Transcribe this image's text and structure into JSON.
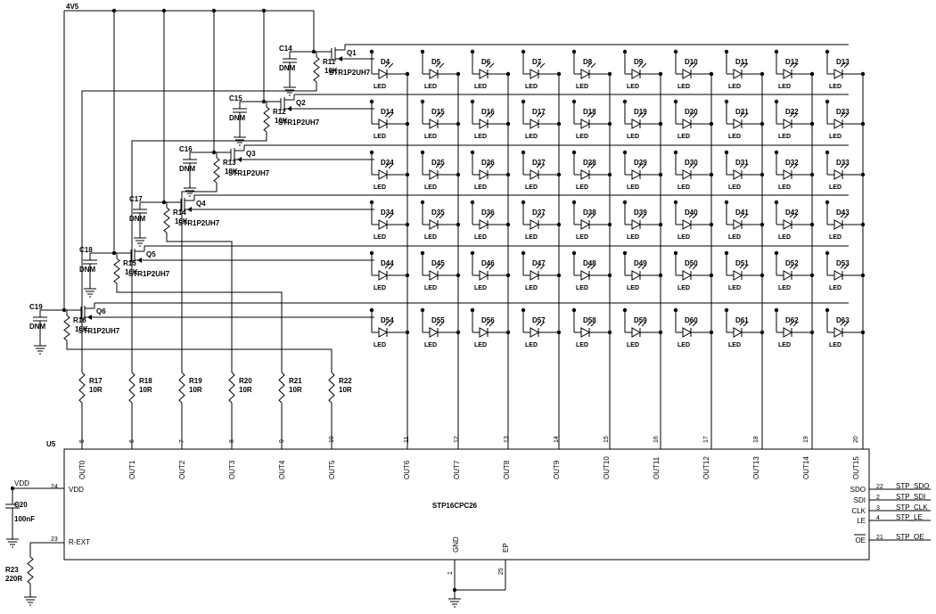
{
  "supply": "4V5",
  "rows": [
    {
      "cap": "C14",
      "cap_note": "DNM",
      "res": "R11",
      "res_val": "10K",
      "fet": "Q1",
      "fet_part": "STR1P2UH7"
    },
    {
      "cap": "C15",
      "cap_note": "DNM",
      "res": "R12",
      "res_val": "10K",
      "fet": "Q2",
      "fet_part": "STR1P2UH7"
    },
    {
      "cap": "C16",
      "cap_note": "DNM",
      "res": "R13",
      "res_val": "10K",
      "fet": "Q3",
      "fet_part": "STR1P2UH7"
    },
    {
      "cap": "C17",
      "cap_note": "DNM",
      "res": "R14",
      "res_val": "10K",
      "fet": "Q4",
      "fet_part": "STR1P2UH7"
    },
    {
      "cap": "C18",
      "cap_note": "DNM",
      "res": "R15",
      "res_val": "10K",
      "fet": "Q5",
      "fet_part": "STR1P2UH7"
    },
    {
      "cap": "C19",
      "cap_note": "DNM",
      "res": "R16",
      "res_val": "10K",
      "fet": "Q6",
      "fet_part": "STR1P2UH7"
    }
  ],
  "led_value": "LED",
  "leds": [
    [
      "D4",
      "D5",
      "D6",
      "D7",
      "D8",
      "D9",
      "D10",
      "D11",
      "D12",
      "D13"
    ],
    [
      "D14",
      "D15",
      "D16",
      "D17",
      "D18",
      "D19",
      "D20",
      "D21",
      "D22",
      "D23"
    ],
    [
      "D24",
      "D25",
      "D26",
      "D27",
      "D28",
      "D29",
      "D30",
      "D31",
      "D32",
      "D33"
    ],
    [
      "D34",
      "D35",
      "D36",
      "D37",
      "D38",
      "D39",
      "D40",
      "D41",
      "D42",
      "D43"
    ],
    [
      "D44",
      "D45",
      "D46",
      "D47",
      "D48",
      "D49",
      "D50",
      "D51",
      "D52",
      "D53"
    ],
    [
      "D54",
      "D55",
      "D56",
      "D57",
      "D58",
      "D59",
      "D60",
      "D61",
      "D62",
      "D63"
    ]
  ],
  "gate_resistors": [
    {
      "ref": "R17",
      "val": "10R"
    },
    {
      "ref": "R18",
      "val": "10R"
    },
    {
      "ref": "R19",
      "val": "10R"
    },
    {
      "ref": "R20",
      "val": "10R"
    },
    {
      "ref": "R21",
      "val": "10R"
    },
    {
      "ref": "R22",
      "val": "10R"
    }
  ],
  "ic": {
    "ref": "U5",
    "part": "STP16CPC26",
    "outputs": [
      {
        "name": "OUT0",
        "pin": "5"
      },
      {
        "name": "OUT1",
        "pin": "6"
      },
      {
        "name": "OUT2",
        "pin": "7"
      },
      {
        "name": "OUT3",
        "pin": "8"
      },
      {
        "name": "OUT4",
        "pin": "9"
      },
      {
        "name": "OUT5",
        "pin": "10"
      },
      {
        "name": "OUT6",
        "pin": "11"
      },
      {
        "name": "OUT7",
        "pin": "12"
      },
      {
        "name": "OUT8",
        "pin": "13"
      },
      {
        "name": "OUT9",
        "pin": "14"
      },
      {
        "name": "OUT10",
        "pin": "15"
      },
      {
        "name": "OUT11",
        "pin": "16"
      },
      {
        "name": "OUT12",
        "pin": "17"
      },
      {
        "name": "OUT13",
        "pin": "18"
      },
      {
        "name": "OUT14",
        "pin": "19"
      },
      {
        "name": "OUT15",
        "pin": "20"
      }
    ],
    "vdd": {
      "net": "VDD",
      "pin": "24",
      "name": "VDD"
    },
    "rext": {
      "pin": "23",
      "name": "R-EXT"
    },
    "gnd": {
      "pin": "1",
      "name": "GND"
    },
    "ep": {
      "pin": "25",
      "name": "EP"
    },
    "right_pins": [
      {
        "name": "SDO",
        "pin": "22",
        "net": "STP_SDO"
      },
      {
        "name": "SDI",
        "pin": "2",
        "net": "STP_SDI"
      },
      {
        "name": "CLK",
        "pin": "3",
        "net": "STP_CLK"
      },
      {
        "name": "LE",
        "pin": "4",
        "net": "STP_LE"
      },
      {
        "name": "OE",
        "pin": "21",
        "net": "STP_OE"
      }
    ]
  },
  "decoupling": {
    "ref": "C20",
    "val": "100nF"
  },
  "rext_resistor": {
    "ref": "R23",
    "val": "220R"
  }
}
